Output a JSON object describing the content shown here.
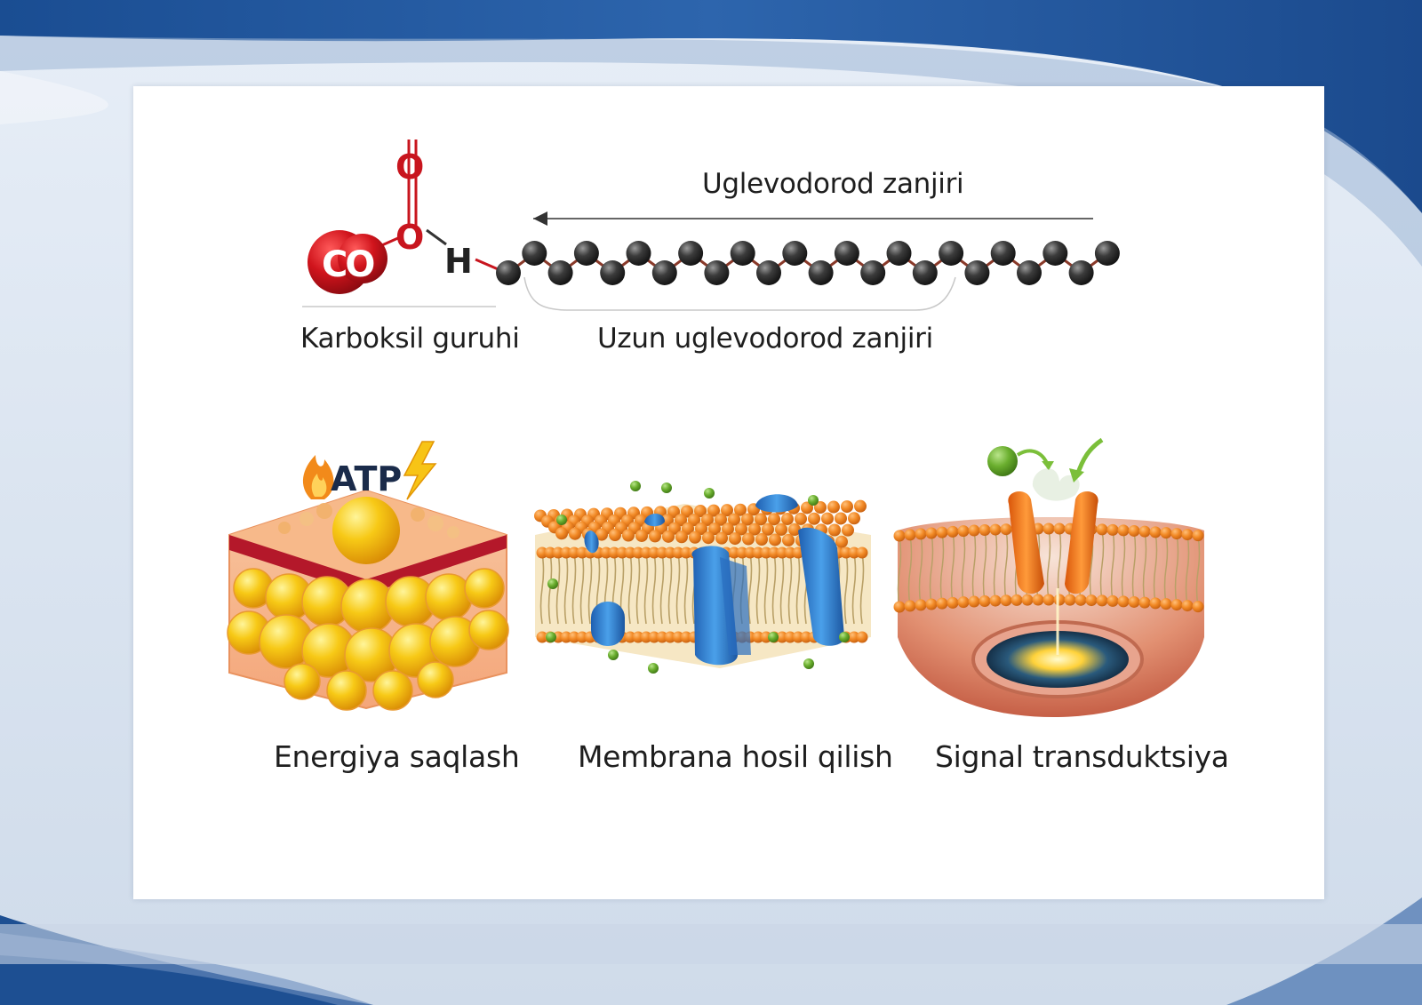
{
  "molecule": {
    "carboxyl_atom_label": "CO",
    "oxygen_top": "O",
    "oxygen_mid": "O",
    "hydrogen": "H",
    "carboxyl_label": "Karboksil guruhi",
    "chain_arrow_label": "Uglevodorod zanjiri",
    "chain_label": "Uzun uglevodorod zanjiri"
  },
  "functions": [
    {
      "title": "Energiya saqlash",
      "icon": "fat-tissue-icon",
      "badge": "ATP"
    },
    {
      "title": "Membrana hosil qilish",
      "icon": "lipid-bilayer-icon"
    },
    {
      "title": "Signal transduktsiya",
      "icon": "signal-receptor-icon"
    }
  ],
  "colors": {
    "accent_red": "#c8151e",
    "chain_atom": "#3a3a3a",
    "lipid_head": "#f08a2a",
    "protein_blue": "#2f7fd0",
    "fat_yellow": "#f6c313",
    "frame_blue": "#1f4e8c"
  }
}
